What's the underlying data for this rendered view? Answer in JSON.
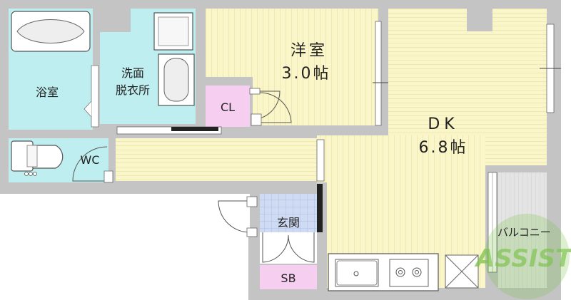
{
  "rooms": {
    "bath": "浴室",
    "washroom_line1": "洗面",
    "washroom_line2": "脱衣所",
    "western_name": "洋室",
    "western_size": "3.0帖",
    "closet": "CL",
    "toilet": "WC",
    "dk_name": "DK",
    "dk_size": "6.8帖",
    "entrance": "玄関",
    "shoe_box": "SB",
    "balcony": "バルコニー"
  },
  "watermark": "ASSIST",
  "colors": {
    "wall": "#c4c4c4",
    "floor_wood": "#fbf6c9",
    "wet_area": "#bfeef0",
    "storage": "#f6cff0",
    "balcony": "#e4e4e4",
    "entrance_tile": "#cfdbf2",
    "watermark": "#7cc24a"
  }
}
